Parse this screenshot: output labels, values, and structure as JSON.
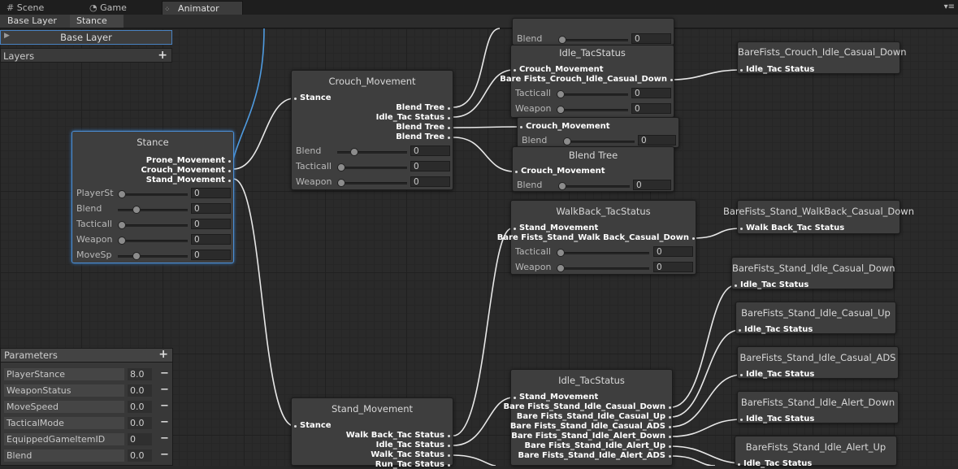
{
  "tabs": [
    {
      "label": "Scene",
      "icon": "grid-icon"
    },
    {
      "label": "Game",
      "icon": "pacman-icon"
    },
    {
      "label": "Animator",
      "icon": "animator-icon"
    }
  ],
  "breadcrumb": [
    "Base Layer",
    "Stance"
  ],
  "layers_panel": {
    "selected_layer": "Base Layer",
    "header": "Layers"
  },
  "parameters_panel": {
    "header": "Parameters",
    "items": [
      {
        "name": "PlayerStance",
        "value": "8.0"
      },
      {
        "name": "WeaponStatus",
        "value": "0.0"
      },
      {
        "name": "MoveSpeed",
        "value": "0.0"
      },
      {
        "name": "TacticalMode",
        "value": "0.0"
      },
      {
        "name": "EquippedGameItemID",
        "value": "0"
      },
      {
        "name": "Blend",
        "value": "0.0"
      }
    ]
  },
  "nodes": {
    "stance": {
      "title": "Stance",
      "outputs": [
        "Prone_Movement",
        "Crouch_Movement",
        "Stand_Movement"
      ],
      "params": [
        {
          "label": "PlayerSt",
          "value": "0"
        },
        {
          "label": "Blend",
          "value": "0"
        },
        {
          "label": "Tacticall",
          "value": "0"
        },
        {
          "label": "Weapon",
          "value": "0"
        },
        {
          "label": "MoveSp",
          "value": "0"
        }
      ]
    },
    "crouch_movement": {
      "title": "Crouch_Movement",
      "input": "Stance",
      "outputs": [
        "Blend Tree",
        "Idle_Tac Status",
        "Blend Tree",
        "Blend Tree"
      ],
      "params": [
        {
          "label": "Blend",
          "value": "0"
        },
        {
          "label": "Tacticall",
          "value": "0"
        },
        {
          "label": "Weapon",
          "value": "0"
        }
      ]
    },
    "top_partial": {
      "param_label": "Blend",
      "value": "0"
    },
    "idle_tac_crouch": {
      "title": "Idle_TacStatus",
      "input": "Crouch_Movement",
      "output": "Bare Fists_Crouch_Idle_Casual_Down",
      "params": [
        {
          "label": "Tacticall",
          "value": "0"
        },
        {
          "label": "Weapon",
          "value": "0"
        }
      ]
    },
    "blend_mid": {
      "input": "Crouch_Movement",
      "param_label": "Blend",
      "value": "0"
    },
    "blend_tree_lower": {
      "title": "Blend Tree",
      "input": "Crouch_Movement",
      "param_label": "Blend",
      "value": "0"
    },
    "clip_crouch_idle": {
      "title": "BareFists_Crouch_Idle_Casual_Down",
      "input": "Idle_Tac Status"
    },
    "walkback_tac": {
      "title": "WalkBack_TacStatus",
      "input": "Stand_Movement",
      "output": "Bare Fists_Stand_Walk Back_Casual_Down",
      "params": [
        {
          "label": "Tacticall",
          "value": "0"
        },
        {
          "label": "Weapon",
          "value": "0"
        }
      ]
    },
    "clip_walkback": {
      "title": "BareFists_Stand_WalkBack_Casual_Down",
      "input": "Walk Back_Tac Status"
    },
    "stand_movement": {
      "title": "Stand_Movement",
      "input": "Stance",
      "outputs": [
        "Walk Back_Tac Status",
        "Idle_Tac Status",
        "Walk_Tac Status",
        "Run_Tac Status"
      ]
    },
    "idle_tac_stand": {
      "title": "Idle_TacStatus",
      "input": "Stand_Movement",
      "outputs": [
        "Bare Fists_Stand_Idle_Casual_Down",
        "Bare Fists_Stand_Idle_Casual_Up",
        "Bare Fists_Stand_Idle_Casual_ADS",
        "Bare Fists_Stand_Idle_Alert_Down",
        "Bare Fists_Stand_Idle_Alert_Up",
        "Bare Fists_Stand_Idle_Alert_ADS"
      ]
    },
    "clips_stand": [
      {
        "title": "BareFists_Stand_Idle_Casual_Down",
        "input": "Idle_Tac Status"
      },
      {
        "title": "BareFists_Stand_Idle_Casual_Up",
        "input": "Idle_Tac Status"
      },
      {
        "title": "BareFists_Stand_Idle_Casual_ADS",
        "input": "Idle_Tac Status"
      },
      {
        "title": "BareFists_Stand_Idle_Alert_Down",
        "input": "Idle_Tac Status"
      },
      {
        "title": "BareFists_Stand_Idle_Alert_Up",
        "input": "Idle_Tac Status"
      }
    ]
  }
}
